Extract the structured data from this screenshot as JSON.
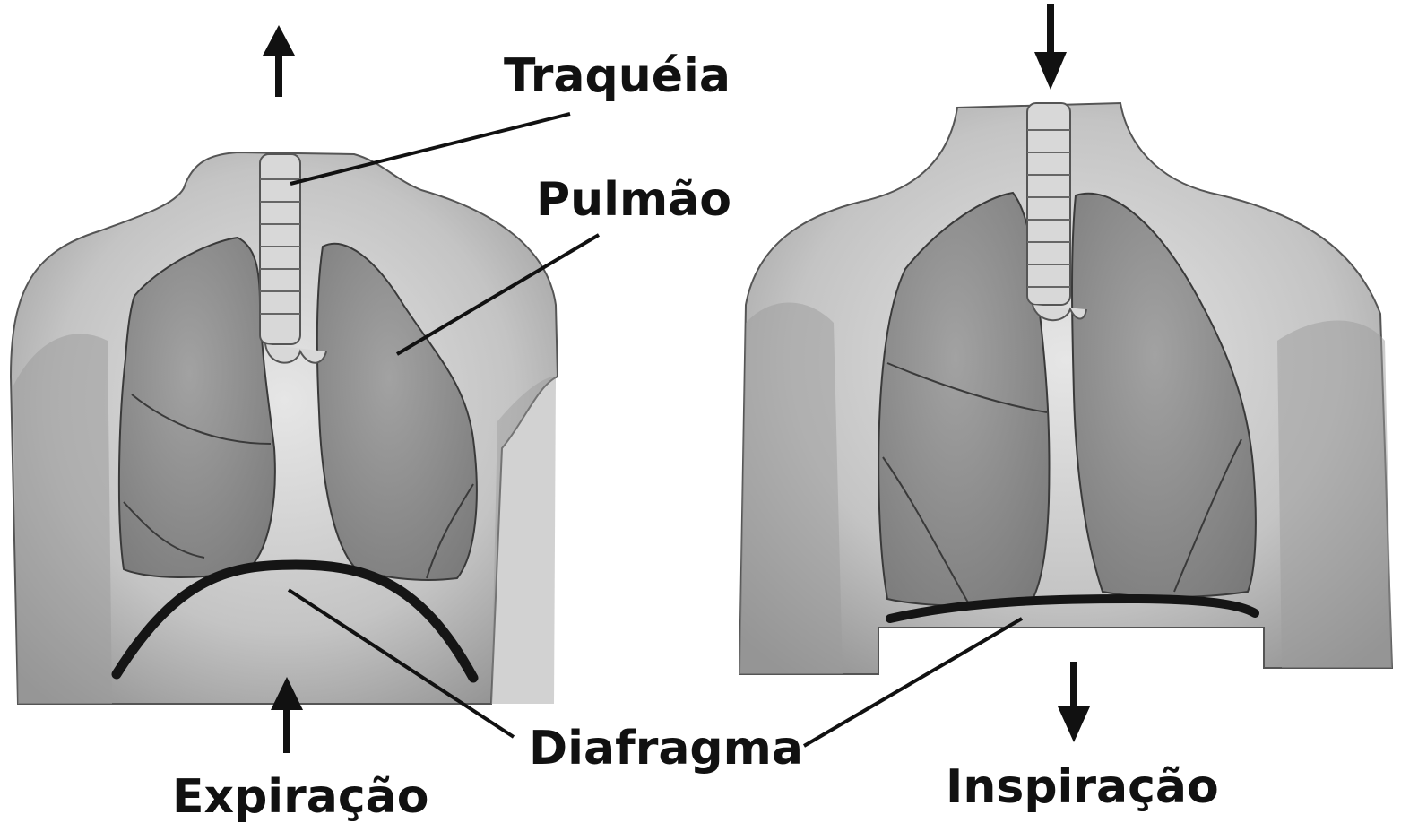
{
  "labels": {
    "trachea": "Traquéia",
    "lung": "Pulmão",
    "diaphragm": "Diafragma",
    "expiration": "Expiração",
    "inspiration": "Inspiração"
  },
  "colors": {
    "skin": "#c9c9c9",
    "skin_shadow": "#9a9a9a",
    "lung": "#8f8f8f",
    "outline": "#3a3a3a",
    "diaphragm": "#151515",
    "text": "#111111"
  }
}
